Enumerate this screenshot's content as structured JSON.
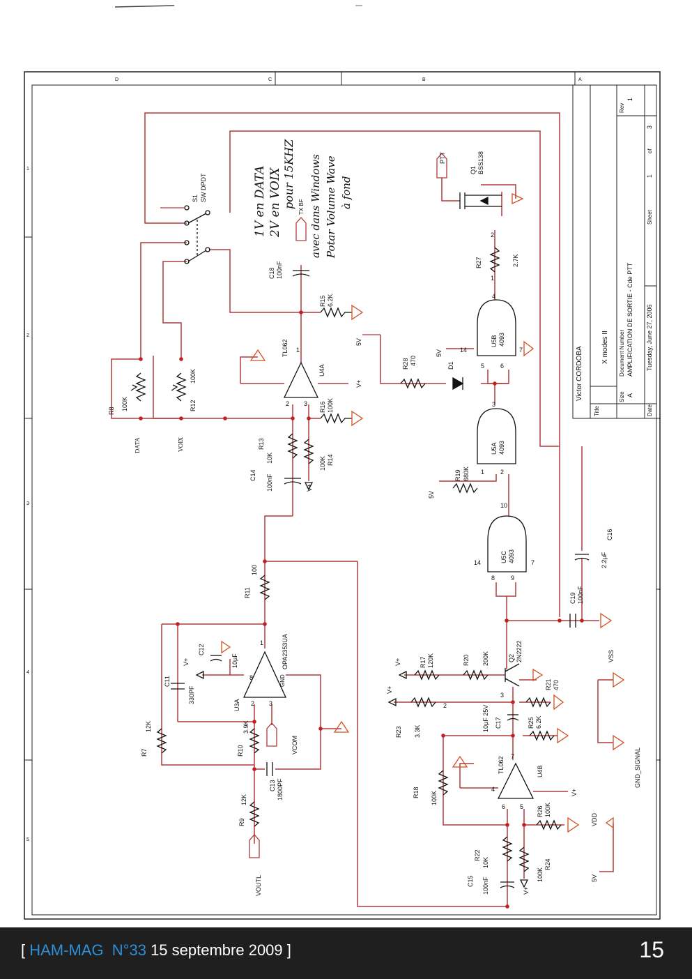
{
  "footer": {
    "bracket_open": "[ ",
    "magazine": "HAM-MAG  N°33",
    "date": " 15 septembre 2009 ]",
    "page_number": "15"
  },
  "title_block": {
    "author": "Victor CORDOBA",
    "title_label": "Title",
    "title": "X modes II",
    "size_label": "Size",
    "size": "A",
    "doc_number_label": "Document Number",
    "doc_number": "AMPLIFICATION DE SORTIE - Cde PTT",
    "rev_label": "Rev",
    "rev": "1",
    "date_label": "Date:",
    "date": "Tuesday, June 27, 2006",
    "sheet_label": "Sheet",
    "sheet": "1",
    "of_label": "of",
    "of": "3"
  },
  "border": {
    "zones_top": [
      "D",
      "C",
      "B",
      "A"
    ],
    "zones_left": [
      "1",
      "2",
      "3",
      "4",
      "5"
    ]
  },
  "handwritten_note": [
    "1V en DATA",
    "2V en VOIX",
    "pour 15KHZ",
    "avec dans Windows",
    "Potar Volume Wave",
    "à fond"
  ],
  "components": {
    "S1": {
      "ref": "S1",
      "value": "SW DPDT"
    },
    "Q1": {
      "ref": "Q1",
      "value": "BSS138"
    },
    "PTT": "PTT",
    "TXBF": "TX BF",
    "C18": {
      "ref": "C18",
      "value": "100nF"
    },
    "R15": {
      "ref": "R15",
      "value": "6.2K"
    },
    "R27": {
      "ref": "R27",
      "value": "2.7K"
    },
    "U5B": {
      "ref": "U5B",
      "value": "4093"
    },
    "U4A": {
      "ref": "U4A",
      "value": "TL062"
    },
    "R28": {
      "ref": "R28",
      "value": "470"
    },
    "D1": "D1",
    "R8": {
      "ref": "R8",
      "value": "100K"
    },
    "R12": {
      "ref": "R12",
      "value": "100K"
    },
    "DATA": "DATA",
    "VOIX": "VOIX",
    "R16": {
      "ref": "R16",
      "value": "100K"
    },
    "R13": {
      "ref": "R13",
      "value": "10K"
    },
    "R14": {
      "ref": "R14",
      "value": "100K"
    },
    "C14": {
      "ref": "C14",
      "value": "100nF"
    },
    "U5A": {
      "ref": "U5A",
      "value": "4093"
    },
    "R19": {
      "ref": "R19",
      "value": "680K"
    },
    "U5C": {
      "ref": "U5C",
      "value": "4093"
    },
    "C16": {
      "ref": "C16",
      "value": "2.2µF"
    },
    "C19": {
      "ref": "C19",
      "value": "100nF"
    },
    "R11": {
      "ref": "R11",
      "value": "100"
    },
    "U3A": {
      "ref": "U3A",
      "value": "OPA2353UA"
    },
    "C12": {
      "ref": "C12",
      "value": "10µF"
    },
    "C11": {
      "ref": "C11",
      "value": "330PF"
    },
    "R7": {
      "ref": "R7",
      "value": "12K"
    },
    "R10": {
      "ref": "R10",
      "value": "3.9K"
    },
    "C13": {
      "ref": "C13",
      "value": "1800PF"
    },
    "R9": {
      "ref": "R9",
      "value": "12K"
    },
    "R17": {
      "ref": "R17",
      "value": "120K"
    },
    "R20": {
      "ref": "R20",
      "value": "200K"
    },
    "Q2": {
      "ref": "Q2",
      "value": "2N2222"
    },
    "R21": {
      "ref": "R21",
      "value": "470"
    },
    "R23": {
      "ref": "R23",
      "value": "3.3K"
    },
    "C17": {
      "ref": "C17",
      "value": "10µF 25V"
    },
    "R25": {
      "ref": "R25",
      "value": "6.2K"
    },
    "U4B": {
      "ref": "U4B",
      "value": "TL062"
    },
    "R18": {
      "ref": "R18",
      "value": "100K"
    },
    "R26": {
      "ref": "R26",
      "value": "100K"
    },
    "R22": {
      "ref": "R22",
      "value": "10K"
    },
    "R24": {
      "ref": "R24",
      "value": "100K"
    },
    "C15": {
      "ref": "C15",
      "value": "100nF"
    }
  },
  "nets": {
    "VOUTL": "VOUTL",
    "VCOM": "VCOM",
    "GND": "GND",
    "VSS": "VSS",
    "VDD": "VDD",
    "GND_SIGNAL": "GND_SIGNAL",
    "V5": "5V",
    "Vplus": "V+"
  },
  "pins": {
    "p1": "1",
    "p2": "2",
    "p3": "3",
    "p4": "4",
    "p5": "5",
    "p6": "6",
    "p7": "7",
    "p8": "8",
    "p9": "9",
    "p10": "10",
    "p14": "14"
  }
}
